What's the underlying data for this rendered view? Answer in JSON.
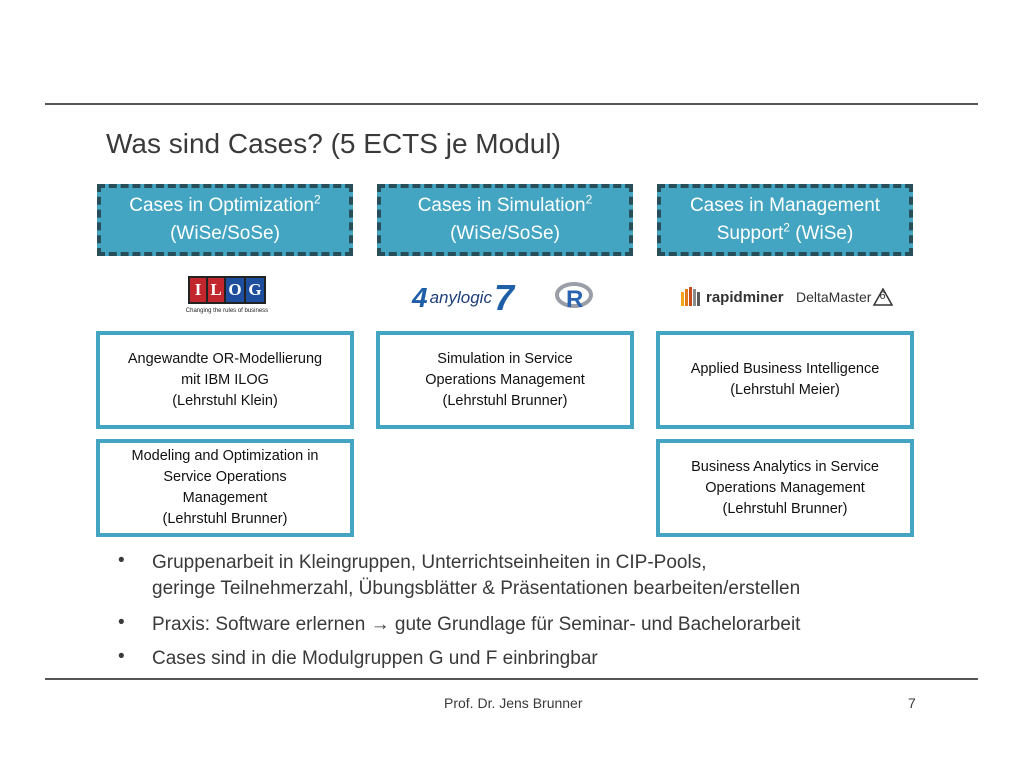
{
  "slide": {
    "title": "Was sind Cases? (5 ECTS je Modul)",
    "accent_color": "#44a5c2",
    "header_border_color": "#284e5a"
  },
  "columns": [
    {
      "header_line1": "Cases in Optimization",
      "header_line1_sup": "2",
      "header_line2": "(WiSe/SoSe)",
      "logos": {
        "ilog": "ILOG",
        "ilog_tagline": "Changing the rules of business"
      },
      "courses": [
        {
          "lines": [
            "Angewandte OR-Modellierung",
            "mit IBM ILOG",
            "(Lehrstuhl Klein)"
          ]
        },
        {
          "lines": [
            "Modeling and Optimization in",
            "Service Operations",
            "Management",
            "(Lehrstuhl Brunner)"
          ]
        }
      ]
    },
    {
      "header_line1": "Cases in Simulation",
      "header_line1_sup": "2",
      "header_line2": "(WiSe/SoSe)",
      "logos": {
        "anylogic": "anylogic",
        "anylogic_version": "7",
        "r": "R"
      },
      "courses": [
        {
          "lines": [
            "Simulation in Service",
            "Operations Management",
            "(Lehrstuhl Brunner)"
          ]
        }
      ]
    },
    {
      "header_line1": "Cases in Management",
      "header_line2_pre": "Support",
      "header_line2_sup": "2",
      "header_line2_post": " (WiSe)",
      "logos": {
        "rapid": "rapid",
        "miner": "miner",
        "deltamaster": "DeltaMaster",
        "deltamaster_version": "6"
      },
      "courses": [
        {
          "lines": [
            "Applied Business Intelligence",
            "(Lehrstuhl Meier)"
          ]
        },
        {
          "lines": [
            "Business Analytics in Service",
            "Operations Management",
            "(Lehrstuhl Brunner)"
          ]
        }
      ]
    }
  ],
  "bullets": [
    {
      "marker": "•",
      "line1": "Gruppenarbeit in Kleingruppen, Unterrichtseinheiten in CIP-Pools,",
      "line2": "geringe Teilnehmerzahl, Übungsblätter & Präsentationen bearbeiten/erstellen"
    },
    {
      "marker": "•",
      "line1_pre": "Praxis: Software erlernen ",
      "arrow": "→",
      "line1_post": " gute Grundlage für Seminar- und Bachelorarbeit"
    },
    {
      "marker": "•",
      "line1": "Cases sind in die Modulgruppen G und F einbringbar"
    }
  ],
  "footer": {
    "author": "Prof. Dr. Jens Brunner",
    "page": "7"
  }
}
